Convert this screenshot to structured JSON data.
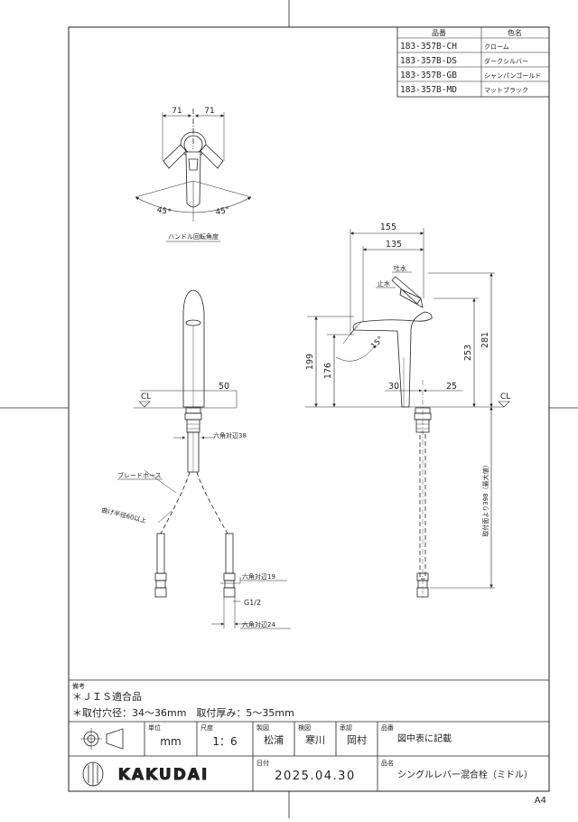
{
  "parts_table": {
    "header_part": "品番",
    "header_color": "色名",
    "rows": [
      {
        "part": "183-357B-CH",
        "color": "クローム"
      },
      {
        "part": "183-357B-DS",
        "color": "ダークシルバー"
      },
      {
        "part": "183-357B-GB",
        "color": "シャンパンゴールド"
      },
      {
        "part": "183-357B-MD",
        "color": "マットブラック"
      }
    ]
  },
  "top_view": {
    "dim_left": "71",
    "dim_right": "71",
    "angle_left": "45°",
    "angle_right": "45°",
    "caption": "ハンドル回転角度"
  },
  "front_view": {
    "cl_label": "CL",
    "dim_50": "50",
    "hex_38": "六角対辺38",
    "braided_hose": "ブレードホース",
    "bend_radius": "曲げ半径60以上",
    "hex_19": "六角対辺19",
    "thread": "G1/2",
    "hex_24": "六角対辺24"
  },
  "side_view": {
    "dim_155": "155",
    "dim_135": "135",
    "spout_label": "吐水",
    "stop_label": "止水",
    "angle_15": "15°",
    "dim_199": "199",
    "dim_176": "176",
    "dim_253": "253",
    "dim_281": "281",
    "dim_30": "30",
    "dim_25": "25",
    "cl_label": "CL",
    "install_length": "取付面より398（最大値）"
  },
  "notes": {
    "label": "備考",
    "line1": "＊ＪＩＳ適合品",
    "line2": "＊取付穴径：34～36mm　取付厚み：5～35mm"
  },
  "title_block": {
    "unit_label": "単位",
    "unit_value": "mm",
    "scale_label": "尺度",
    "scale_value": "1：6",
    "drawn_label": "製図",
    "drawn_value": "松浦",
    "checked_label": "検図",
    "checked_value": "寒川",
    "approved_label": "承認",
    "approved_value": "岡村",
    "part_no_label": "品番",
    "part_no_value": "図中表に記載",
    "date_label": "日付",
    "date_value": "2025.04.30",
    "name_label": "品名",
    "name_value": "シングルレバー混合栓（ミドル）",
    "brand": "KAKUDAI"
  },
  "sheet_size": "A4"
}
